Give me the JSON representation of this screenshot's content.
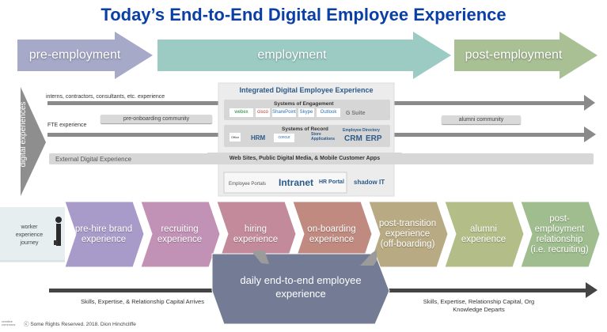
{
  "title": "Today’s End-to-End Digital Employee Experience",
  "phases": [
    "pre-employment",
    "employment",
    "post-employment"
  ],
  "digital": {
    "side_label": "digital experiences",
    "interns_label": "interns, contractors, consultants, etc. experience",
    "fte_label": "FTE experience",
    "pre_onboarding": "pre-onboarding community",
    "alumni": "alumni community",
    "external": "External Digital Experience"
  },
  "integrated": {
    "title": "Integrated Digital Employee Experience",
    "engagement": {
      "title": "Systems of Engagement",
      "logos": [
        "webex",
        "cisco",
        "SharePoint",
        "Skype",
        "Outlook",
        "G Suite"
      ]
    },
    "record": {
      "title": "Systems of Record",
      "items": [
        "Office",
        "HRM",
        "concur",
        "Store Applications"
      ],
      "directory": "Employee Directory",
      "crm": "CRM",
      "erp": "ERP"
    },
    "web": "Web Sites, Public Digital Media,  & Mobile Customer Apps",
    "portals": {
      "label": "Employee Portals",
      "intranet": "Intranet",
      "hr_portal": "HR Portal"
    },
    "shadow": "shadow IT"
  },
  "journey": {
    "label": "worker experience journey",
    "stages": [
      "pre-hire brand experience",
      "recruiting experience",
      "hiring experience",
      "on-boarding experience",
      "post-transition experience (off-boarding)",
      "alumni experience",
      "post-employment relationship (i.e. recruiting)"
    ],
    "colors": [
      "#a99bc9",
      "#c192b6",
      "#c38a9c",
      "#c08a80",
      "#b8aa82",
      "#b2bd88",
      "#9fbd8e"
    ]
  },
  "daily": "daily end-to-end employee experience",
  "arrives": "Skills, Expertise, & Relationship Capital Arrives",
  "departs": "Skills, Expertise, Relationship Capital, Org Knowledge Departs",
  "footer": {
    "cc": "creative commons",
    "text": "Some Rights Reserved. 2018. Dion Hinchcliffe"
  }
}
